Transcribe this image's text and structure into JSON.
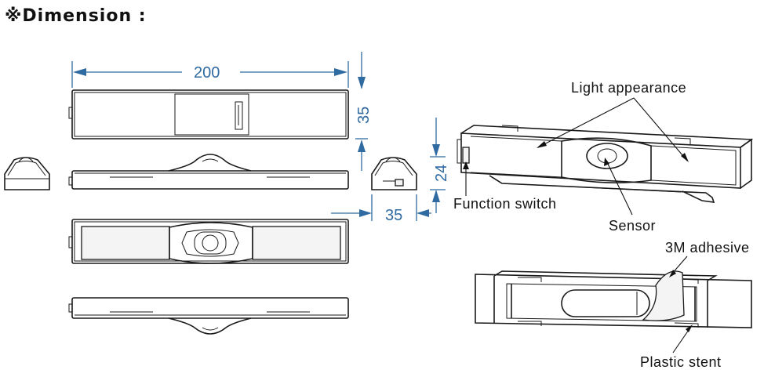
{
  "heading": "※Dimension :",
  "dimensions": {
    "length": "200",
    "width": "35",
    "height": "24",
    "depth": "35"
  },
  "labels": {
    "light_appearance": "Light appearance",
    "function_switch": "Function switch",
    "sensor": "Sensor",
    "adhesive": "3M adhesive",
    "stent": "Plastic stent"
  },
  "colors": {
    "dimension": "#2f6aa1",
    "outline": "#1a1a1a"
  }
}
